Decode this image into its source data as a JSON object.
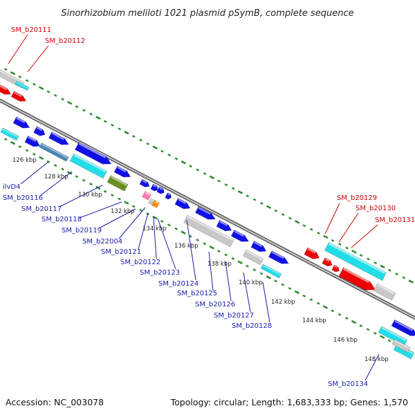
{
  "title": "Sinorhizobium meliloti 1021 plasmid pSymB, complete sequence",
  "footer": {
    "accession": "Accession: NC_003078",
    "topology": "Topology: circular; Length: 1,683,333 bp; Genes: 1,570"
  },
  "colors": {
    "forward_label": "#cc0000",
    "reverse_label": "#1a1aaa",
    "forward_gene": "#ee0000",
    "reverse_gene": "#1010e6",
    "cyan_feature": "#22dde8",
    "grey_feature": "#c8c8c8",
    "backbone": "#909090",
    "tick": "#2e8b2e"
  },
  "scale_labels": [
    "126 kbp",
    "128 kbp",
    "130 kbp",
    "132 kbp",
    "134 kbp",
    "136 kbp",
    "138 kbp",
    "140 kbp",
    "142 kbp",
    "144 kbp",
    "146 kbp",
    "148 kbp"
  ],
  "forward_labels": [
    "SM_b20111",
    "SM_b20112",
    "SM_b20129",
    "SM_b20130",
    "SM_b20131"
  ],
  "reverse_labels": [
    "ilvD4",
    "SM_b20116",
    "SM_b20117",
    "SM_b20118",
    "SM_b20119",
    "SM_b22004",
    "SM_b20121",
    "SM_b20122",
    "SM_b20123",
    "SM_b20124",
    "SM_b20125",
    "SM_b20126",
    "SM_b20127",
    "SM_b20128",
    "SM_b20134"
  ]
}
